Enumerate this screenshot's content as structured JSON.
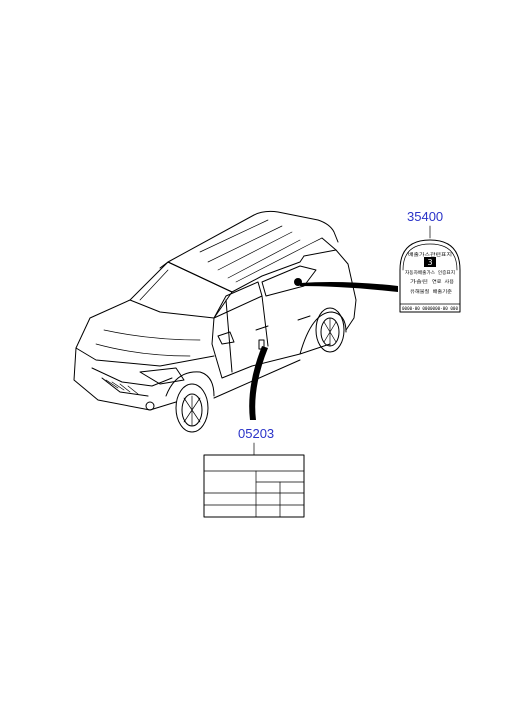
{
  "parts": {
    "upper_label": {
      "number": "35400",
      "title": "배출가스관련표지",
      "badge_digit": "3",
      "lines": [
        "자동차배출가스 인증표지",
        "가솔린",
        "연료 사용",
        "유해물질 배출기준",
        "0000-00 0000000-00 000"
      ]
    },
    "lower_label": {
      "number": "05203"
    }
  },
  "colors": {
    "part_number": "#2a33c8",
    "line": "#000000"
  }
}
